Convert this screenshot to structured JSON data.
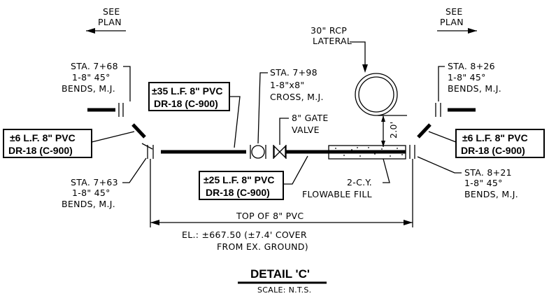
{
  "see_plan_left": [
    "SEE",
    "PLAN"
  ],
  "see_plan_right": [
    "SEE",
    "PLAN"
  ],
  "rcp_lateral": [
    "30\" RCP",
    "LATERAL"
  ],
  "sta_768": [
    "STA. 7+68",
    "1-8\" 45°",
    "BENDS, M.J."
  ],
  "sta_798": [
    "STA. 7+98",
    "1-8\"x8\"",
    "CROSS, M.J."
  ],
  "sta_826": [
    "STA. 8+26",
    "1-8\" 45°",
    "BENDS, M.J."
  ],
  "gate_valve": [
    "8\" GATE",
    "VALVE"
  ],
  "box_35": [
    "±35 L.F. 8\" PVC",
    "DR-18 (C-900)"
  ],
  "box_6_left": [
    "±6 L.F. 8\" PVC",
    "DR-18 (C-900)"
  ],
  "box_6_right": [
    "±6 L.F. 8\" PVC",
    "DR-18 (C-900)"
  ],
  "box_25": [
    "±25 L.F. 8\" PVC",
    "DR-18 (C-900)"
  ],
  "dim_20": "2.0'",
  "sta_763": [
    "STA. 7+63",
    "1-8\" 45°",
    "BENDS, M.J."
  ],
  "sta_821": [
    "STA. 8+21",
    "1-8\" 45°",
    "BENDS, M.J."
  ],
  "flowable_fill": [
    "2-C.Y.",
    "FLOWABLE FILL"
  ],
  "top_of_pvc": "TOP OF 8\" PVC",
  "elevation": [
    "EL.: ±667.50 (±7.4' COVER",
    "FROM EX. GROUND)"
  ],
  "detail_title": "DETAIL 'C'",
  "scale": "SCALE: N.T.S."
}
